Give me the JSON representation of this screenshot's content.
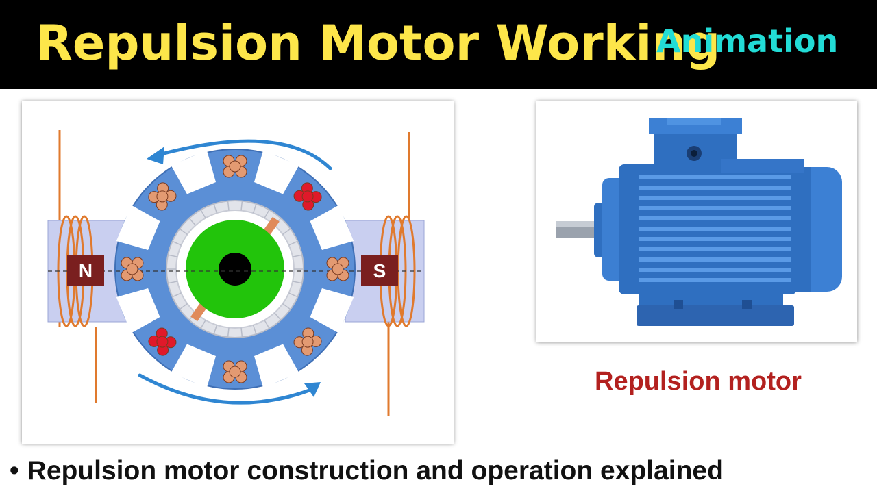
{
  "header": {
    "title": "Repulsion Motor Working",
    "subtitle": "Animation"
  },
  "diagram": {
    "pole_north": "N",
    "pole_south": "S",
    "icons": [
      "rotation-arrow-icon",
      "coil-icon",
      "rotor-icon",
      "shaft-icon"
    ]
  },
  "product": {
    "caption": "Repulsion motor",
    "icon": "electric-motor-icon"
  },
  "footer": {
    "bullet": "•",
    "text": "Repulsion motor construction and operation explained"
  },
  "colors": {
    "header_bg": "#000000",
    "title": "#fde64a",
    "subtitle": "#22dcd6",
    "caption": "#b3211f",
    "stator": "#5b8fd6",
    "rotor": "#22c40b",
    "motor_body": "#2f6fc0"
  }
}
